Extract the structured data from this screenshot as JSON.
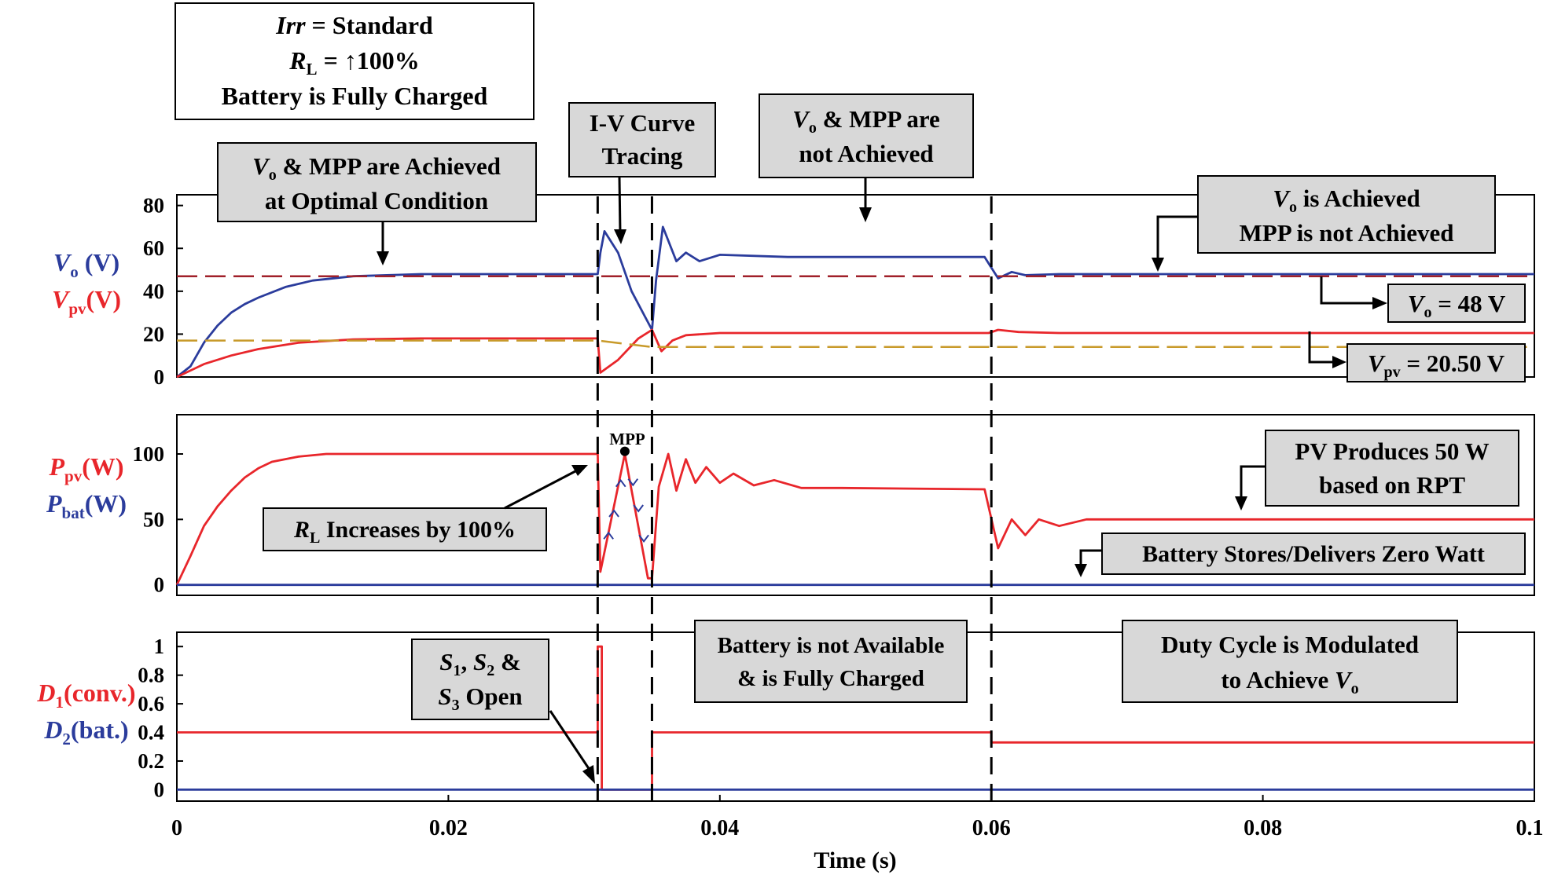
{
  "colors": {
    "blue": "#2b3c9c",
    "red": "#e8262b",
    "darkred": "#a0202a",
    "gold": "#c89a2a",
    "annotation_fill": "#d8d8d8"
  },
  "chart_data": {
    "type": "line",
    "xlabel": "Time (s)",
    "xlim": [
      0,
      0.1
    ],
    "xticks": [
      "0",
      "0.02",
      "0.04",
      "0.06",
      "0.08",
      "0.1"
    ],
    "xtick_values": [
      0,
      0.02,
      0.04,
      0.06,
      0.08,
      0.1
    ],
    "vertical_markers_s": [
      0.031,
      0.035,
      0.06
    ],
    "panels": [
      {
        "id": "voltage",
        "ylabel_lines": [
          {
            "main": "V",
            "sub": "o",
            "unit": " (V)",
            "color": "blue"
          },
          {
            "main": "V",
            "sub": "pv",
            "unit": "(V)",
            "color": "red"
          }
        ],
        "ylim": [
          0,
          85
        ],
        "yticks": [
          "0",
          "20",
          "40",
          "60",
          "80"
        ],
        "ytick_values": [
          0,
          20,
          40,
          60,
          80
        ],
        "series": [
          {
            "key": "vo",
            "color": "blue",
            "values": [
              [
                0,
                0
              ],
              [
                0.001,
                5
              ],
              [
                0.002,
                16
              ],
              [
                0.003,
                24
              ],
              [
                0.004,
                30
              ],
              [
                0.005,
                34
              ],
              [
                0.006,
                37
              ],
              [
                0.008,
                42
              ],
              [
                0.01,
                45
              ],
              [
                0.013,
                47
              ],
              [
                0.018,
                48
              ],
              [
                0.031,
                48
              ],
              [
                0.0312,
                58
              ],
              [
                0.0315,
                68
              ],
              [
                0.0325,
                58
              ],
              [
                0.0335,
                40
              ],
              [
                0.0345,
                28
              ],
              [
                0.035,
                22
              ],
              [
                0.0353,
                45
              ],
              [
                0.0358,
                70
              ],
              [
                0.0368,
                54
              ],
              [
                0.0375,
                58
              ],
              [
                0.0385,
                54
              ],
              [
                0.04,
                57
              ],
              [
                0.045,
                56
              ],
              [
                0.05,
                56
              ],
              [
                0.0595,
                56
              ],
              [
                0.0605,
                46
              ],
              [
                0.0615,
                49
              ],
              [
                0.0625,
                47.5
              ],
              [
                0.065,
                48
              ],
              [
                0.1,
                48
              ]
            ]
          },
          {
            "key": "vpv",
            "color": "red",
            "values": [
              [
                0,
                0
              ],
              [
                0.002,
                6
              ],
              [
                0.004,
                10
              ],
              [
                0.006,
                13
              ],
              [
                0.009,
                16
              ],
              [
                0.013,
                17.5
              ],
              [
                0.018,
                18
              ],
              [
                0.031,
                18
              ],
              [
                0.0312,
                2
              ],
              [
                0.0325,
                8
              ],
              [
                0.034,
                18
              ],
              [
                0.035,
                22
              ],
              [
                0.0357,
                12
              ],
              [
                0.0365,
                17
              ],
              [
                0.0375,
                19.5
              ],
              [
                0.04,
                20.5
              ],
              [
                0.05,
                20.5
              ],
              [
                0.0598,
                20.5
              ],
              [
                0.0605,
                22
              ],
              [
                0.062,
                21
              ],
              [
                0.065,
                20.5
              ],
              [
                0.1,
                20.5
              ]
            ]
          },
          {
            "key": "vo_ref",
            "color": "darkred",
            "dashed": true,
            "values": [
              [
                0,
                47
              ],
              [
                0.031,
                47
              ],
              [
                0.035,
                47
              ],
              [
                0.1,
                47
              ]
            ]
          },
          {
            "key": "vpv_ref",
            "color": "gold",
            "dashed": true,
            "values": [
              [
                0,
                17
              ],
              [
                0.031,
                17
              ],
              [
                0.035,
                14
              ],
              [
                0.1,
                14
              ]
            ]
          }
        ]
      },
      {
        "id": "power",
        "ylabel_lines": [
          {
            "main": "P",
            "sub": "pv",
            "unit": "(W)",
            "color": "red"
          },
          {
            "main": "P",
            "sub": "bat",
            "unit": "(W)",
            "color": "blue"
          }
        ],
        "ylim": [
          -8,
          130
        ],
        "yticks": [
          "0",
          "50",
          "100"
        ],
        "ytick_values": [
          0,
          50,
          100
        ],
        "series": [
          {
            "key": "ppv",
            "color": "red",
            "values": [
              [
                0,
                0
              ],
              [
                0.001,
                22
              ],
              [
                0.002,
                45
              ],
              [
                0.003,
                60
              ],
              [
                0.004,
                72
              ],
              [
                0.005,
                82
              ],
              [
                0.006,
                89
              ],
              [
                0.007,
                94
              ],
              [
                0.009,
                98
              ],
              [
                0.011,
                100
              ],
              [
                0.031,
                100
              ],
              [
                0.0312,
                10
              ],
              [
                0.033,
                100
              ],
              [
                0.0347,
                5
              ],
              [
                0.035,
                5
              ],
              [
                0.0355,
                75
              ],
              [
                0.0362,
                100
              ],
              [
                0.0368,
                72
              ],
              [
                0.0375,
                96
              ],
              [
                0.0382,
                78
              ],
              [
                0.039,
                90
              ],
              [
                0.04,
                78
              ],
              [
                0.041,
                85
              ],
              [
                0.0425,
                76
              ],
              [
                0.044,
                80
              ],
              [
                0.046,
                74
              ],
              [
                0.049,
                74
              ],
              [
                0.0595,
                73
              ],
              [
                0.0605,
                28
              ],
              [
                0.0615,
                50
              ],
              [
                0.0625,
                38
              ],
              [
                0.0635,
                50
              ],
              [
                0.065,
                45
              ],
              [
                0.067,
                50
              ],
              [
                0.07,
                50
              ],
              [
                0.1,
                50
              ]
            ]
          },
          {
            "key": "pbat",
            "color": "blue",
            "values": [
              [
                0,
                0
              ],
              [
                0.1,
                0
              ]
            ]
          }
        ],
        "markers": [
          {
            "label": "MPP",
            "x": 0.033,
            "y": 102
          }
        ]
      },
      {
        "id": "duty",
        "ylabel_lines": [
          {
            "main": "D",
            "sub": "1",
            "unit": "(conv.)",
            "color": "red"
          },
          {
            "main": "D",
            "sub": "2",
            "unit": "(bat.)",
            "color": "blue"
          }
        ],
        "ylim": [
          -0.08,
          1.1
        ],
        "yticks": [
          "0",
          "0.2",
          "0.4",
          "0.6",
          "0.8",
          "1"
        ],
        "ytick_values": [
          0,
          0.2,
          0.4,
          0.6,
          0.8,
          1
        ],
        "series": [
          {
            "key": "d1",
            "color": "red",
            "values": [
              [
                0,
                0.4
              ],
              [
                0.031,
                0.4
              ],
              [
                0.031,
                1
              ],
              [
                0.0313,
                1
              ],
              [
                0.0313,
                0
              ],
              [
                0.035,
                0
              ],
              [
                0.035,
                0.4
              ],
              [
                0.06,
                0.4
              ],
              [
                0.06,
                0.33
              ],
              [
                0.1,
                0.33
              ]
            ]
          },
          {
            "key": "d2",
            "color": "blue",
            "values": [
              [
                0,
                0
              ],
              [
                0.1,
                0
              ]
            ]
          }
        ]
      }
    ]
  },
  "annotations": {
    "conditions": {
      "line1_main": "Irr",
      "line1_rest": " = Standard",
      "line2_main": "R",
      "line2_sub": "L",
      "line2_rest": " = ↑100%",
      "line3": "Battery is Fully Charged"
    },
    "vo_mpp_achieved": {
      "line1_sym": "V",
      "line1_sub": "o",
      "line1_rest": " & MPP are Achieved",
      "line2": "at Optimal Condition"
    },
    "iv_curve": {
      "line1": "I-V Curve",
      "line2": "Tracing"
    },
    "vo_mpp_not": {
      "line1_sym": "V",
      "line1_sub": "o",
      "line1_rest": " & MPP are",
      "line2": "not Achieved"
    },
    "vo_achieved": {
      "line1_sym": "V",
      "line1_sub": "o",
      "line1_rest": " is Achieved",
      "line2": "MPP is not Achieved"
    },
    "vo_48": {
      "sym": "V",
      "sub": "o",
      "rest": " = 48 V"
    },
    "vpv_2050": {
      "sym": "V",
      "sub": "pv",
      "rest": " = 20.50 V"
    },
    "rl_increase": {
      "sym": "R",
      "sub": "L",
      "rest": " Increases by 100%"
    },
    "pv_produces": {
      "line1": "PV Produces 50 W",
      "line2": "based on RPT"
    },
    "battery_zero": {
      "text": "Battery Stores/Delivers Zero Watt"
    },
    "switches_open": {
      "l1a": "S",
      "l1b": "1",
      "l1c": ", ",
      "l1d": "S",
      "l1e": "2",
      "l1f": " &",
      "l2a": "S",
      "l2b": "3",
      "l2c": " Open"
    },
    "battery_not_available": {
      "line1": "Battery is not Available",
      "line2": "& is Fully Charged"
    },
    "duty_modulated": {
      "line1": "Duty Cycle is Modulated",
      "line2_rest": "to Achieve ",
      "line2_sym": "V",
      "line2_sub": "o"
    }
  }
}
